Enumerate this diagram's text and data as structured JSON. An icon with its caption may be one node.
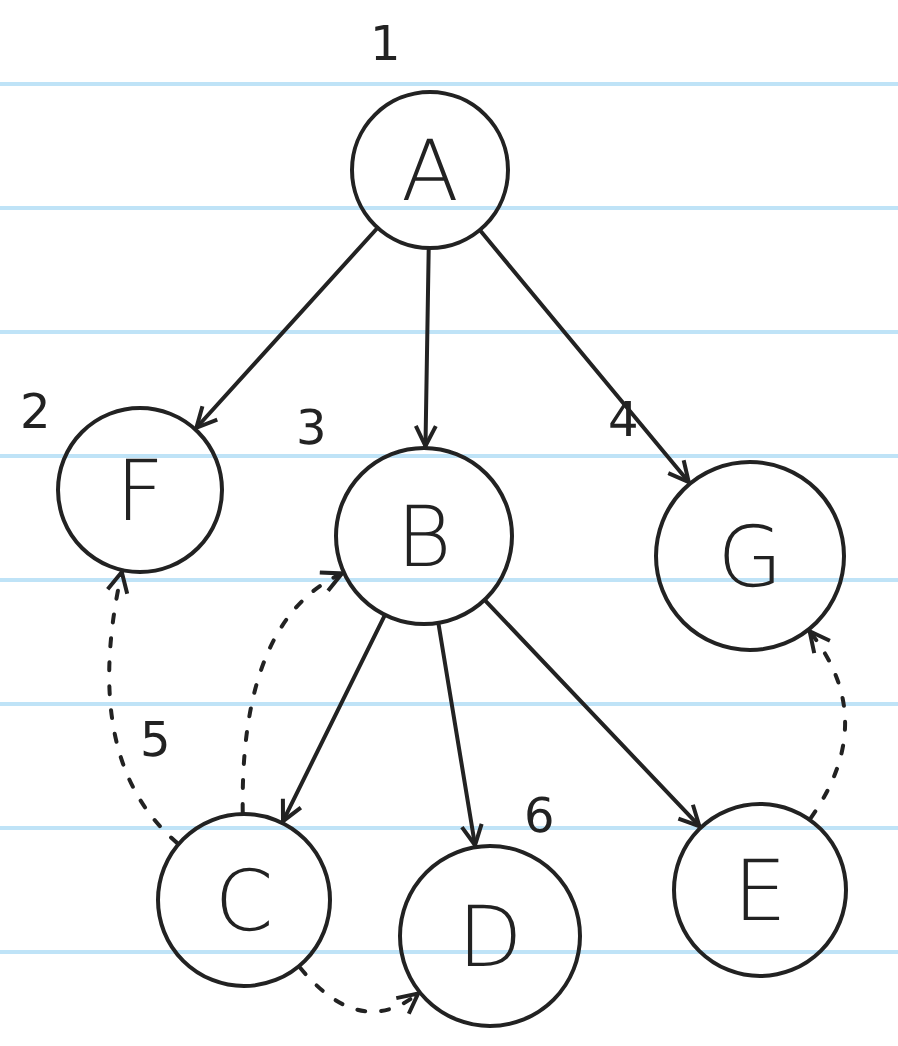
{
  "diagram": {
    "nodes": [
      {
        "text": [
          "A"
        ],
        "beside": [
          "1"
        ]
      },
      {
        "text": [
          "F"
        ],
        "beside": [
          "2"
        ]
      },
      {
        "text": [
          "B"
        ],
        "beside": [
          "3"
        ]
      },
      {
        "text": [
          "G"
        ],
        "beside": [
          "4"
        ]
      },
      {
        "text": [
          "C"
        ],
        "beside": [
          "5"
        ]
      },
      {
        "text": [
          "D"
        ],
        "beside": [
          "6"
        ]
      },
      {
        "text": [
          "E"
        ]
      }
    ],
    "edges": [
      {
        "from": 0,
        "to": 1,
        "arrow": "to"
      },
      {
        "from": 0,
        "to": 2,
        "arrow": "to"
      },
      {
        "from": 0,
        "to": 3,
        "arrow": "to"
      },
      {
        "from": 2,
        "to": 4,
        "arrow": "to"
      },
      {
        "from": 2,
        "to": 5,
        "arrow": "to"
      },
      {
        "from": 2,
        "to": 6,
        "arrow": "to"
      },
      {
        "from": 4,
        "to": 1,
        "arrow": "to",
        "style": "dashed"
      },
      {
        "from": 4,
        "to": 2,
        "arrow": "to",
        "style": "dashed"
      },
      {
        "from": 4,
        "to": 5,
        "arrow": "to",
        "style": "dashed"
      },
      {
        "from": 6,
        "to": 3,
        "arrow": "to",
        "style": "dashed"
      }
    ]
  }
}
